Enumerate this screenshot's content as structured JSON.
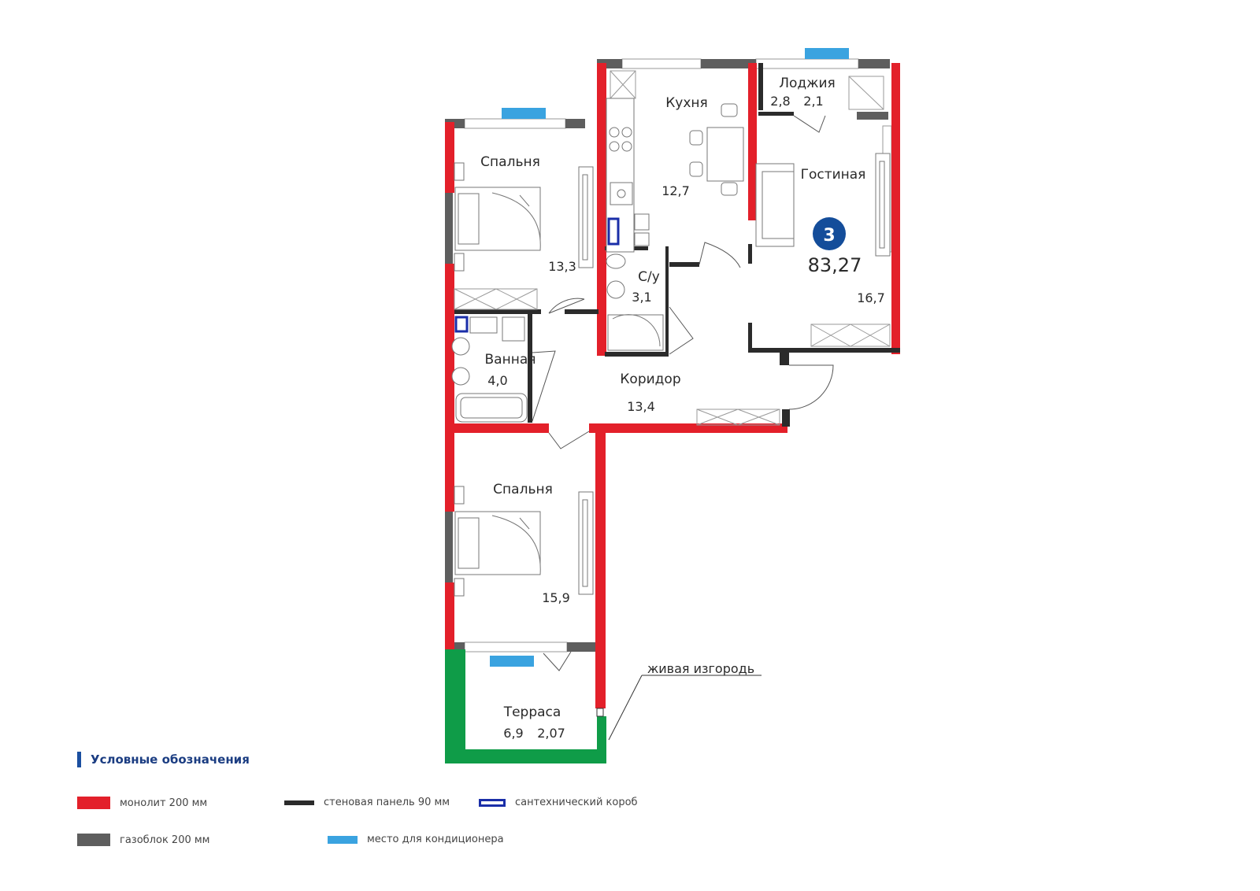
{
  "apartment": {
    "rooms_badge": "3",
    "total_area": "83,27"
  },
  "rooms": {
    "kitchen": {
      "name": "Кухня",
      "area": "12,7"
    },
    "loggia": {
      "name": "Лоджия",
      "area1": "2,8",
      "area2": "2,1"
    },
    "living": {
      "name": "Гостиная",
      "area": "16,7"
    },
    "bedroom_top": {
      "name": "Спальня",
      "area": "13,3"
    },
    "wc": {
      "name": "С/у",
      "area": "3,1"
    },
    "bathroom": {
      "name": "Ванная",
      "area": "4,0"
    },
    "corridor": {
      "name": "Коридор",
      "area": "13,4"
    },
    "bedroom_bottom": {
      "name": "Спальня",
      "area": "15,9"
    },
    "terrace": {
      "name": "Терраса",
      "area1": "6,9",
      "area2": "2,07"
    }
  },
  "annotation": {
    "hedge": "живая изгородь"
  },
  "legend": {
    "title": "Условные обозначения",
    "items": [
      {
        "label": "монолит 200 мм",
        "color": "#e3202a"
      },
      {
        "label": "стеновая панель 90 мм",
        "color": "#2b2b2b"
      },
      {
        "label": "сантехнический короб",
        "color": "#1a2ea8"
      },
      {
        "label": "газоблок 200 мм",
        "color": "#5e5e5e"
      },
      {
        "label": "место для кондиционера",
        "color": "#3aa3e0"
      }
    ]
  },
  "colors": {
    "monolith": "#e3202a",
    "panel": "#2b2b2b",
    "gasblock": "#5e5e5e",
    "ac": "#3aa3e0",
    "terrace": "#0f9c48",
    "badge": "#144d9a",
    "duct": "#1a2ea8"
  }
}
